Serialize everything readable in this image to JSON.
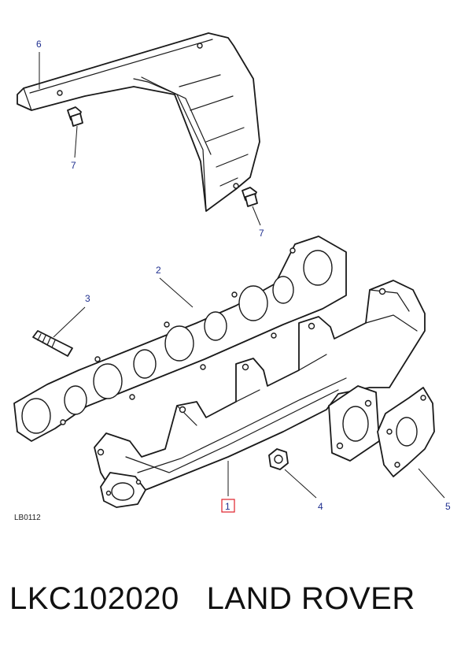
{
  "diagram": {
    "callouts": [
      {
        "id": "c6",
        "label": "6"
      },
      {
        "id": "c7a",
        "label": "7"
      },
      {
        "id": "c7b",
        "label": "7"
      },
      {
        "id": "c2",
        "label": "2"
      },
      {
        "id": "c3",
        "label": "3"
      },
      {
        "id": "c1",
        "label": "1"
      },
      {
        "id": "c4",
        "label": "4"
      },
      {
        "id": "c5",
        "label": "5"
      }
    ],
    "reference_code": "LB0112",
    "highlight_color": "#e0202a",
    "callout_color": "#1f2f8f"
  },
  "caption": {
    "part_number": "LKC102020",
    "brand": "LAND ROVER"
  }
}
